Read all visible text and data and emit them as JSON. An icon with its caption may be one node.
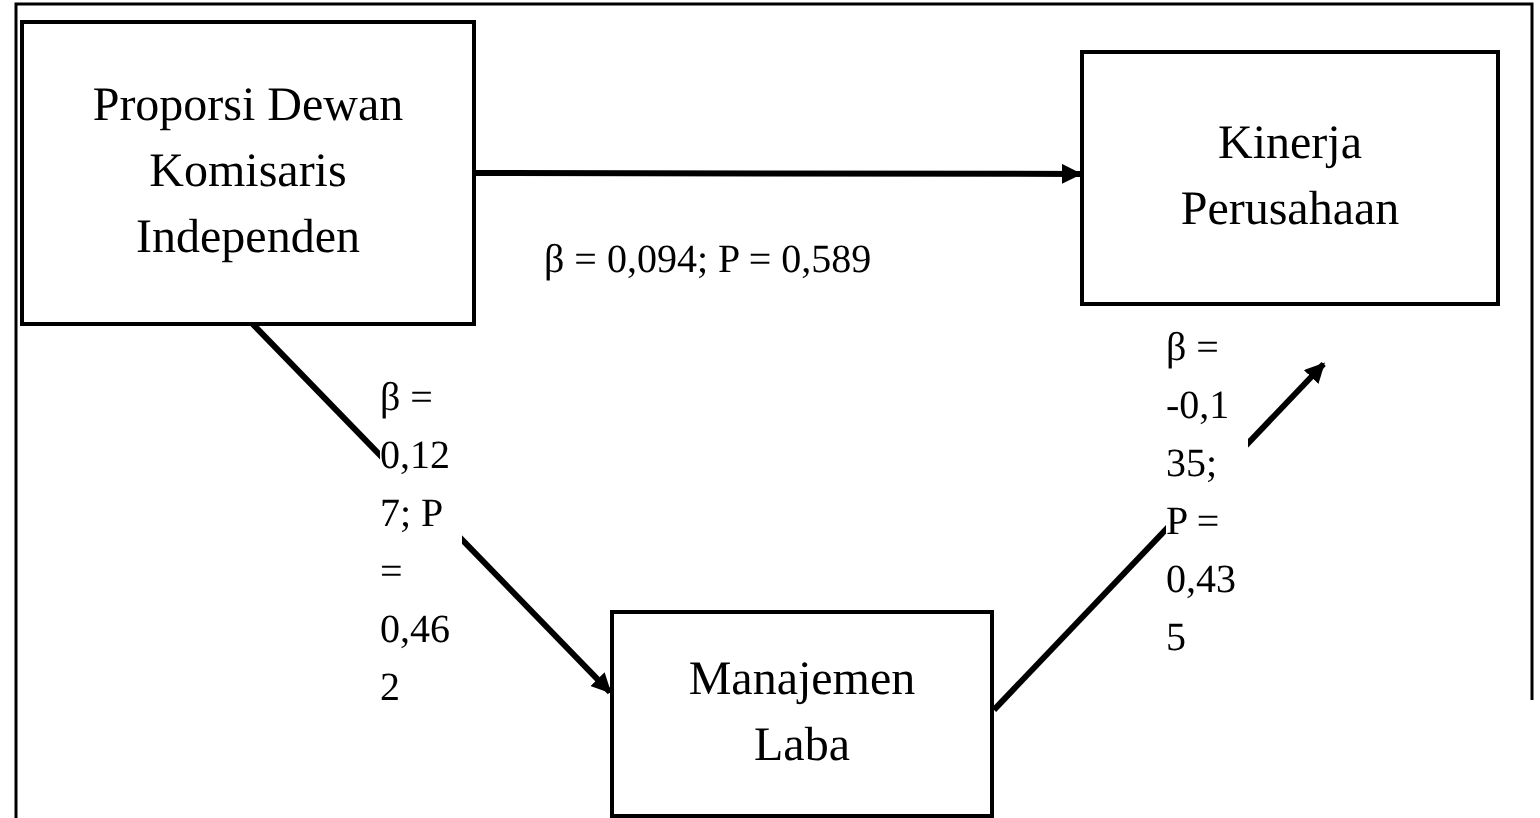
{
  "diagram": {
    "nodes": [
      {
        "text": [
          "Proporsi Dewan Komisaris Independen"
        ]
      },
      {
        "text": [
          "Kinerja Perusahaan"
        ]
      },
      {
        "text": [
          "Manajemen Laba"
        ]
      }
    ],
    "edges": [
      {
        "from": 0,
        "to": 1,
        "arrow": "to",
        "label": "β = 0,094; P = 0,589"
      },
      {
        "from": 0,
        "to": 2,
        "arrow": "to",
        "label": "β = 0,127; P = 0,462"
      },
      {
        "from": 2,
        "to": 1,
        "arrow": "to",
        "label": "β = -0,135; P = 0,435"
      }
    ]
  }
}
